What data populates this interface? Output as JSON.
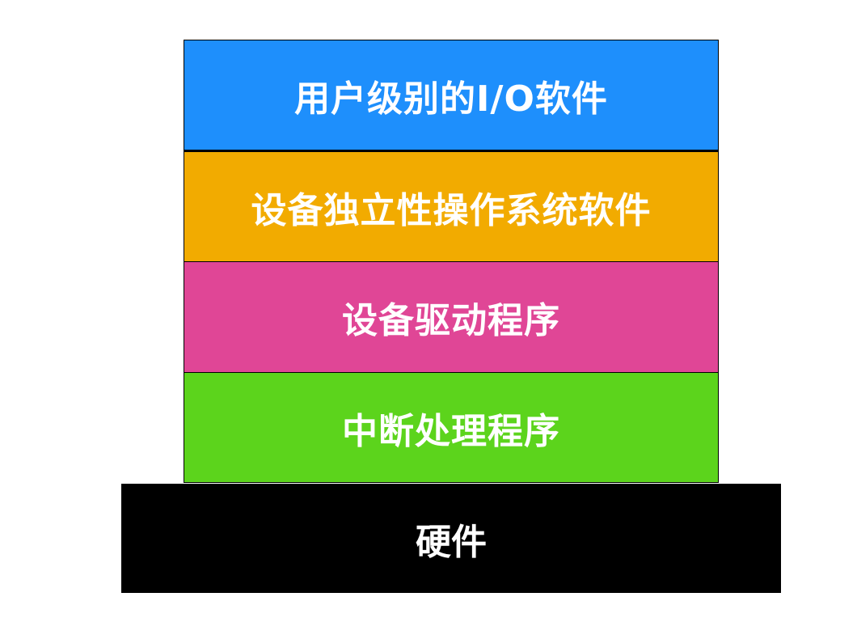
{
  "layers": [
    {
      "label": "用户级别的I/O软件",
      "color": "#1e8ffc"
    },
    {
      "label": "设备独立性操作系统软件",
      "color": "#f2ab00"
    },
    {
      "label": "设备驱动程序",
      "color": "#e04696"
    },
    {
      "label": "中断处理程序",
      "color": "#5cd41c"
    }
  ],
  "hardware": {
    "label": "硬件",
    "color": "#000000"
  }
}
